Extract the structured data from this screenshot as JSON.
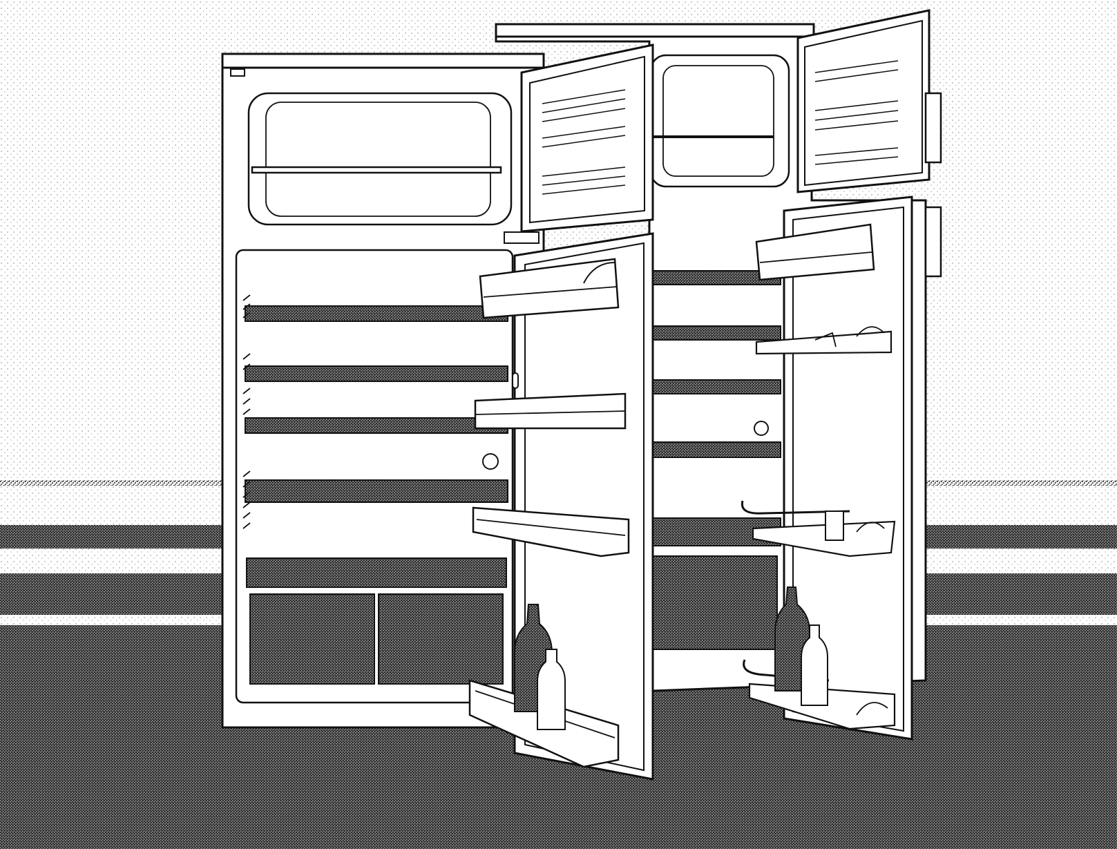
{
  "illustration": {
    "subject": "two-open-refrigerators",
    "style": "black-and-white line drawing with stippled shading",
    "refrigerators": [
      {
        "name": "front-refrigerator",
        "upper_door": "freezer-door-open",
        "lower_door": "fridge-door-open"
      },
      {
        "name": "rear-refrigerator",
        "upper_door": "freezer-door-open",
        "lower_door": "fridge-door-open"
      }
    ]
  },
  "colors": {
    "ink": "#111111",
    "paper": "#ffffff",
    "stipple": "#2a2a2a",
    "dark_fill": "#3a3a3a"
  }
}
